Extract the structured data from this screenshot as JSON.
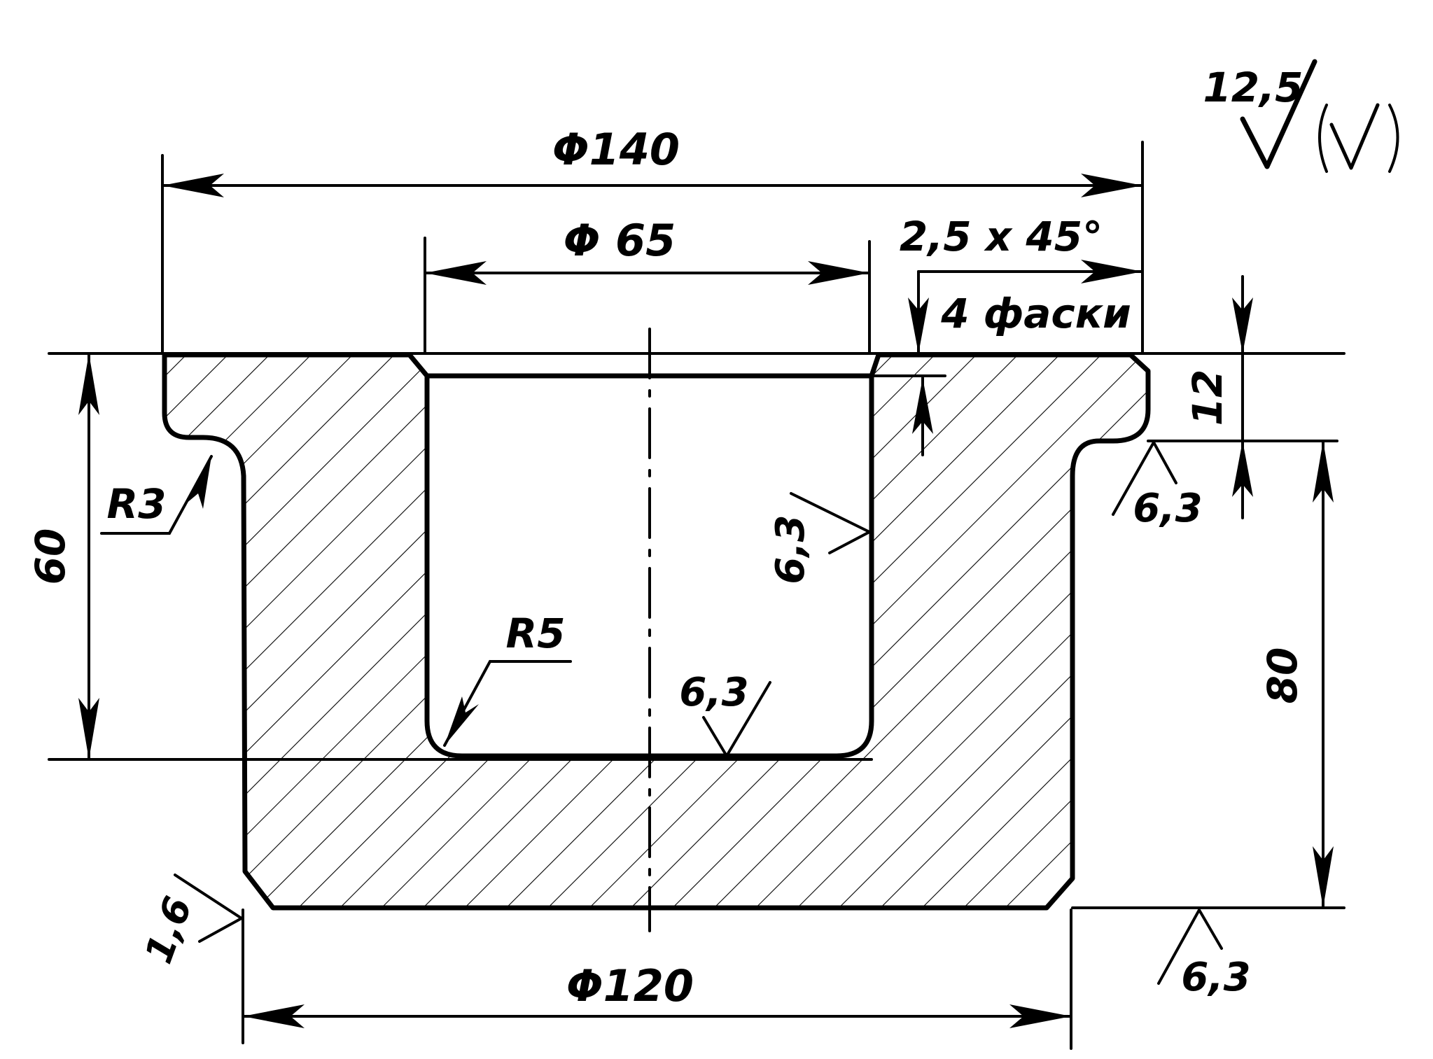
{
  "dimensions": {
    "d140": "Φ140",
    "d65": "Φ 65",
    "d120": "Φ120",
    "chamfer": "2,5 x 45°",
    "chamfer_note": "4 фаски",
    "h12": "12",
    "h60": "60",
    "h80": "80",
    "r3": "R3",
    "r5": "R5"
  },
  "roughness": {
    "general": "12,5",
    "bore_wall": "6,3",
    "bore_bottom": "6,3",
    "flange_underside": "6,3",
    "bottom_face": "6,3",
    "outer_side": "1,6"
  }
}
